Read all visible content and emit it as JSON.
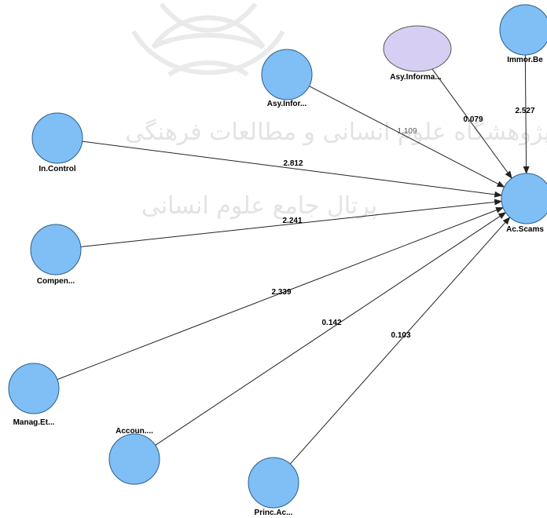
{
  "colors": {
    "latent_fill": "#7fbff5",
    "latent_stroke": "#2b5d8a",
    "indicator_fill": "#d6cff3",
    "indicator_stroke": "#555555",
    "edge": "#222222",
    "watermark": "#d9d9d9"
  },
  "watermark": {
    "line1": "پژوهشگاه علوم انسانی و مطالعات فرهنگی",
    "line2": "پرتال جامع علوم انسانی"
  },
  "nodes": [
    {
      "id": "asy-infor",
      "label": "Asy.Infor...",
      "kind": "latent"
    },
    {
      "id": "asy-informa",
      "label": "Asy.Informa...",
      "kind": "indicator"
    },
    {
      "id": "immor-be",
      "label": "Immor.Be",
      "kind": "latent"
    },
    {
      "id": "in-control",
      "label": "In.Control",
      "kind": "latent"
    },
    {
      "id": "compen",
      "label": "Compen...",
      "kind": "latent"
    },
    {
      "id": "ac-scams",
      "label": "Ac.Scams",
      "kind": "latent"
    },
    {
      "id": "manag-et",
      "label": "Manag.Et...",
      "kind": "latent"
    },
    {
      "id": "accoun",
      "label": "Accoun....",
      "kind": "latent"
    },
    {
      "id": "princ-ac",
      "label": "Princ.Ac...",
      "kind": "latent"
    }
  ],
  "edges": [
    {
      "from": "asy-infor",
      "to": "ac-scams",
      "label": "1.109",
      "faded": true
    },
    {
      "from": "asy-informa",
      "to": "ac-scams",
      "label": "0.079",
      "faded": false
    },
    {
      "from": "immor-be",
      "to": "ac-scams",
      "label": "2.527",
      "faded": false
    },
    {
      "from": "in-control",
      "to": "ac-scams",
      "label": "2.812",
      "faded": false
    },
    {
      "from": "compen",
      "to": "ac-scams",
      "label": "2.241",
      "faded": false
    },
    {
      "from": "manag-et",
      "to": "ac-scams",
      "label": "2.339",
      "faded": false
    },
    {
      "from": "accoun",
      "to": "ac-scams",
      "label": "0.142",
      "faded": false
    },
    {
      "from": "princ-ac",
      "to": "ac-scams",
      "label": "0.103",
      "faded": false
    }
  ]
}
